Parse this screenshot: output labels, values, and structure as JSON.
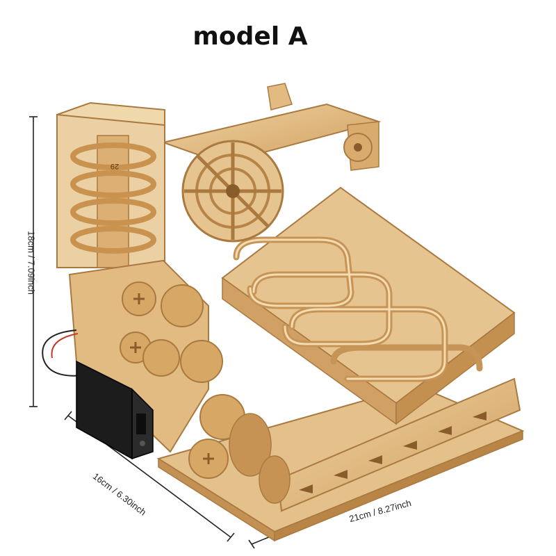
{
  "title": "model A",
  "dimensions": {
    "height": "18cm / 7.09inch",
    "depth": "16cm / 6.30inch",
    "width": "21cm / 8.27inch"
  },
  "tower_number": "29",
  "colors": {
    "wood_light": "#e9c995",
    "wood_mid": "#d6aa6c",
    "wood_dark": "#a9793f",
    "battery_box": "#1c1c1c",
    "wire_red": "#c0392b"
  }
}
